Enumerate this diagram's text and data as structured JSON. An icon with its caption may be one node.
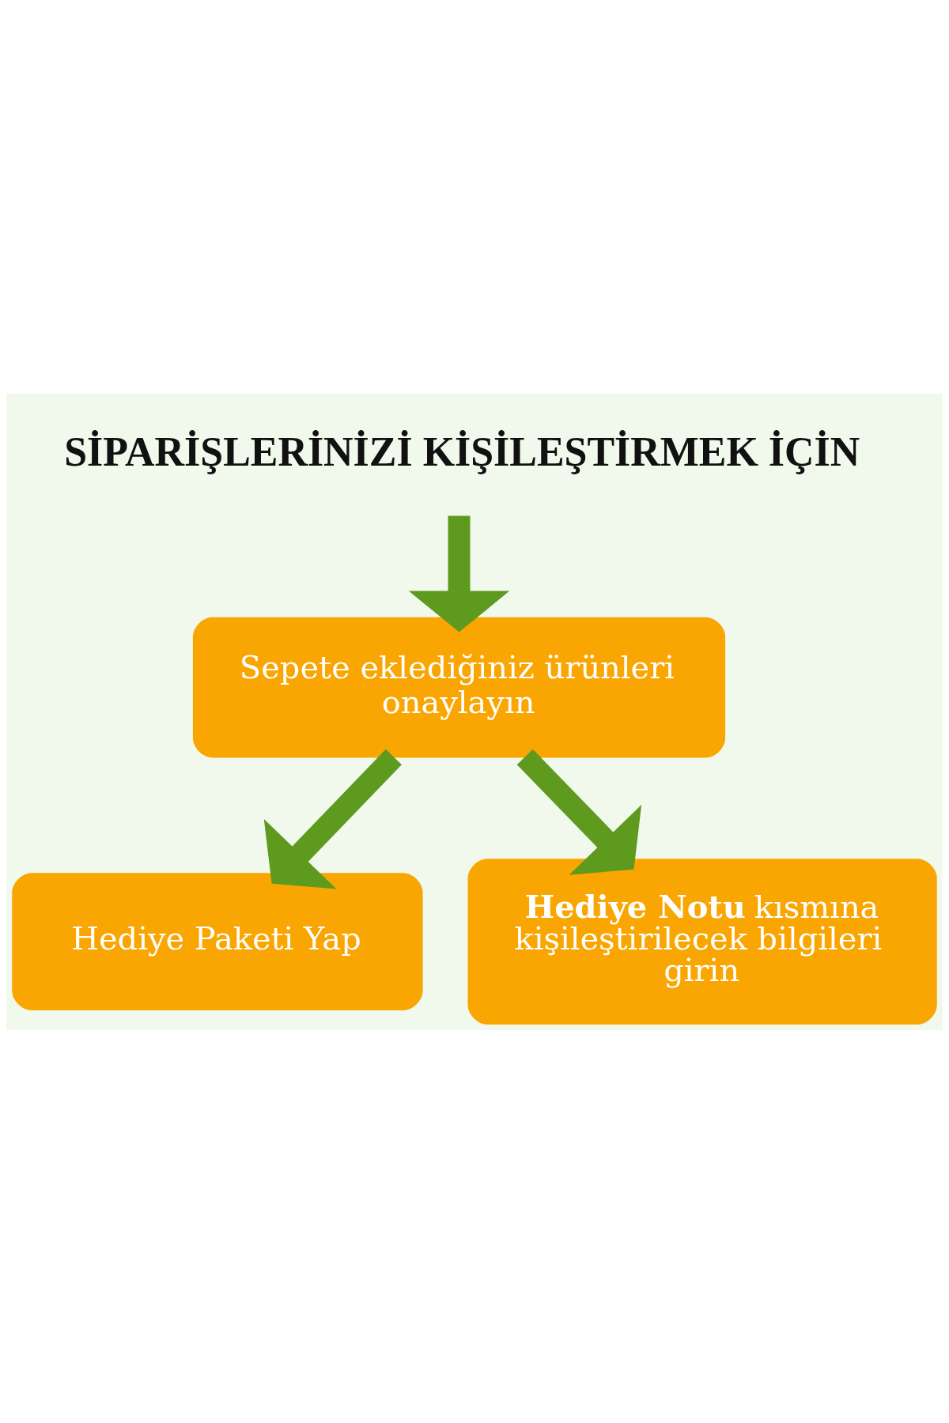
{
  "diagram": {
    "nodes": [
      {
        "text": [
          "SİPARİŞLERİNİZİ KİŞİLEŞTİRMEK İÇİN"
        ]
      },
      {
        "text": [
          "Sepete eklediğiniz ürünleri onaylayın"
        ]
      },
      {
        "text": [
          "Hediye Paketi Yap"
        ]
      },
      {
        "text": [
          "**Hediye Notu** kısmına kişileştirilecek bilgileri girin"
        ]
      }
    ],
    "edges": [
      {
        "from": 0,
        "to": 1,
        "arrow": "to"
      },
      {
        "from": 1,
        "to": 2,
        "arrow": "to"
      },
      {
        "from": 1,
        "to": 3,
        "arrow": "to"
      }
    ]
  }
}
